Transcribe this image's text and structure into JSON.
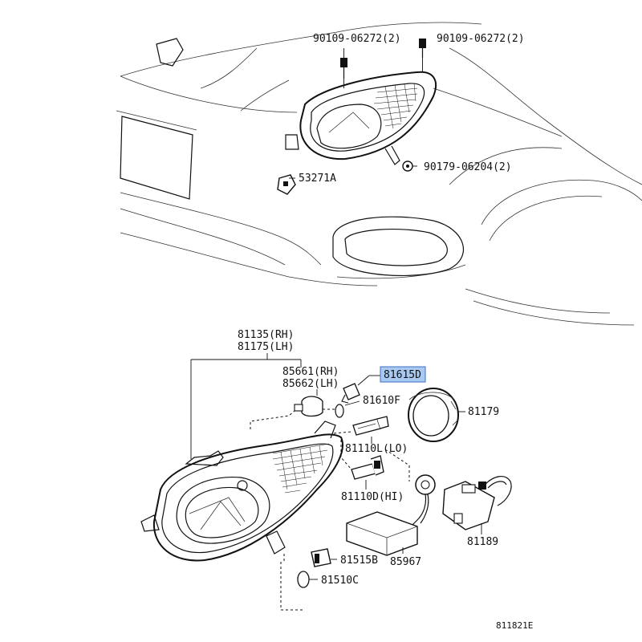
{
  "labels": {
    "bolt_left": "90109-06272(2)",
    "bolt_right": "90109-06272(2)",
    "nut": "90179-06204(2)",
    "clip": "53271A",
    "unit_rh": "81135(RH)",
    "unit_lh": "81175(LH)",
    "socket_rh": "85661(RH)",
    "socket_lh": "85662(LH)",
    "bulb_highlighted": "81615D",
    "bulb_small": "81610F",
    "cap": "81179",
    "bulb_lo": "81110L(LO)",
    "bulb_hi": "81110D(HI)",
    "leveling_motor": "81189",
    "side_socket": "81515B",
    "side_bulb": "81510C",
    "computer": "85967",
    "figure_code": "811821E"
  },
  "colors": {
    "highlight": "#a9c8f2",
    "highlight_border": "#3d6fc4"
  },
  "icons": {
    "bolt": "bolt-icon",
    "nut": "nut-icon",
    "clip": "clip-icon",
    "bulb": "bulb-icon",
    "socket": "socket-icon"
  }
}
